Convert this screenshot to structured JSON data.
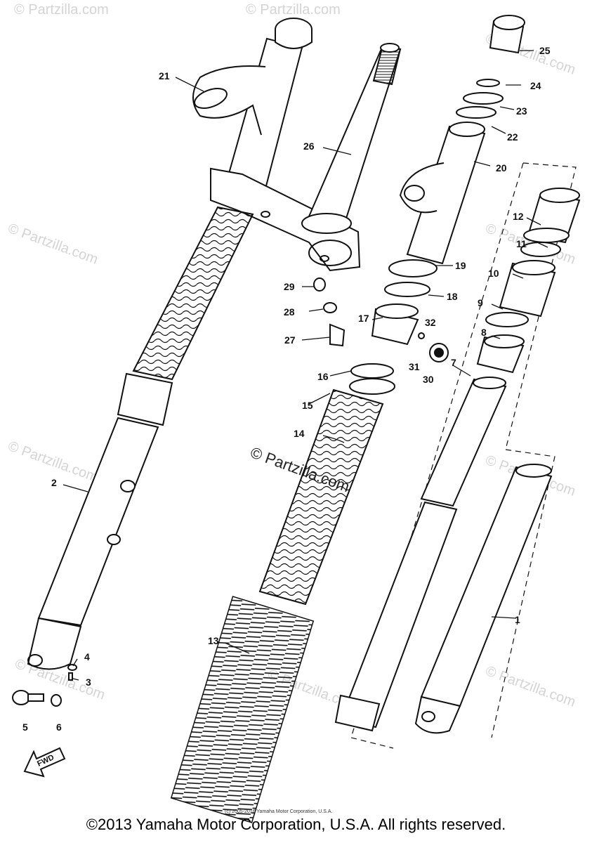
{
  "watermark": "© Partzilla.com",
  "inner_copyright": "(c) 2005-2016 Yamaha Motor Corporation, U.S.A.",
  "footer_copyright": "©2013 Yamaha Motor Corporation, U.S.A. All rights reserved.",
  "fwd_label": "FWD",
  "callouts": [
    "1",
    "2",
    "3",
    "4",
    "5",
    "6",
    "7",
    "8",
    "9",
    "10",
    "11",
    "12",
    "13",
    "14",
    "15",
    "16",
    "17",
    "18",
    "19",
    "20",
    "21",
    "22",
    "23",
    "24",
    "25",
    "26",
    "27",
    "28",
    "29",
    "30",
    "31",
    "32"
  ]
}
